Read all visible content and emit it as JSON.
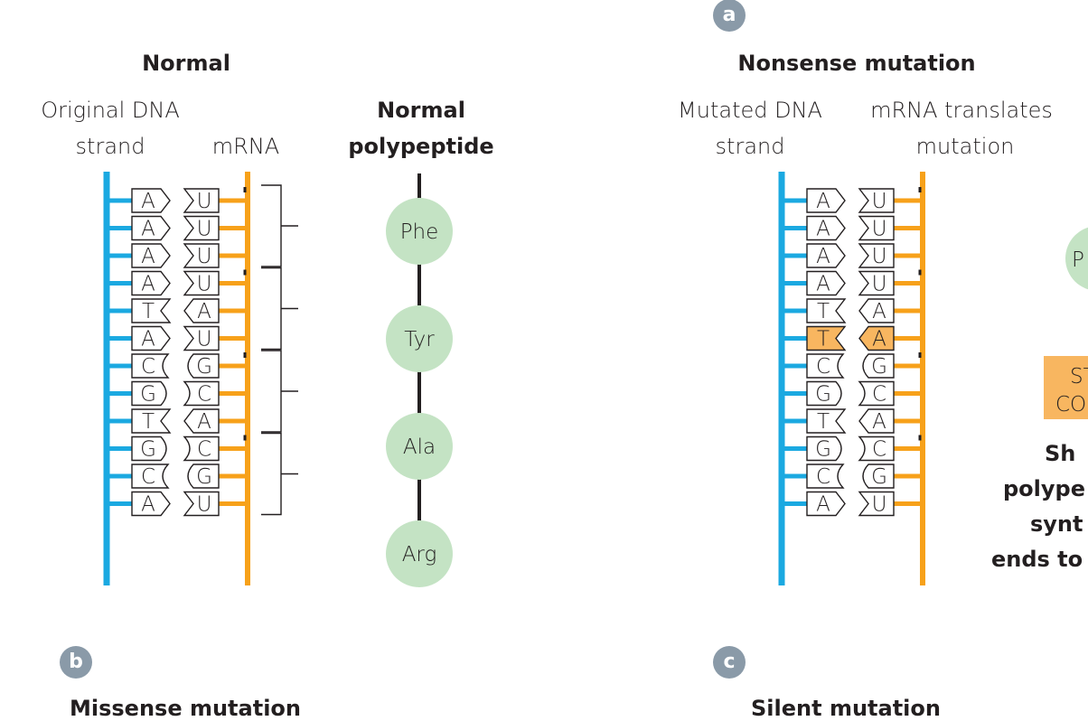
{
  "badges": {
    "a": "a",
    "b": "b",
    "c": "c"
  },
  "normal": {
    "title": "Normal",
    "dna_label_1": "Original DNA",
    "dna_label_2": "strand",
    "mrna_label": "mRNA",
    "polypeptide_label_1": "Normal",
    "polypeptide_label_2": "polypeptide",
    "dna_bases": [
      "A",
      "A",
      "A",
      "A",
      "T",
      "A",
      "C",
      "G",
      "T",
      "G",
      "C",
      "A"
    ],
    "mrna_bases": [
      "U",
      "U",
      "U",
      "U",
      "A",
      "U",
      "G",
      "C",
      "A",
      "C",
      "G",
      "U"
    ],
    "amino_acids": [
      "Phe",
      "Tyr",
      "Ala",
      "Arg"
    ]
  },
  "nonsense": {
    "title": "Nonsense mutation",
    "dna_label_1": "Mutated DNA",
    "dna_label_2": "strand",
    "mrna_label_1": "mRNA translates",
    "mrna_label_2": "mutation",
    "dna_bases": [
      "A",
      "A",
      "A",
      "A",
      "T",
      "T",
      "C",
      "G",
      "T",
      "G",
      "C",
      "A"
    ],
    "mrna_bases": [
      "U",
      "U",
      "U",
      "U",
      "A",
      "A",
      "G",
      "C",
      "A",
      "C",
      "G",
      "U"
    ],
    "mutated_index": 5,
    "amino_acid_partial": "P",
    "stop_label_1": "ST",
    "stop_label_2": "CO",
    "result_1": "Sh",
    "result_2": "polype",
    "result_3": "synt",
    "result_4": "ends to"
  },
  "missense": {
    "title": "Missense mutation"
  },
  "silent": {
    "title": "Silent mutation"
  },
  "colors": {
    "dna": "#1ba9e1",
    "mrna": "#f7a11a",
    "amino_acid": "#c4e3c4",
    "mutation": "#f8b660",
    "badge": "#8a9aa8"
  }
}
